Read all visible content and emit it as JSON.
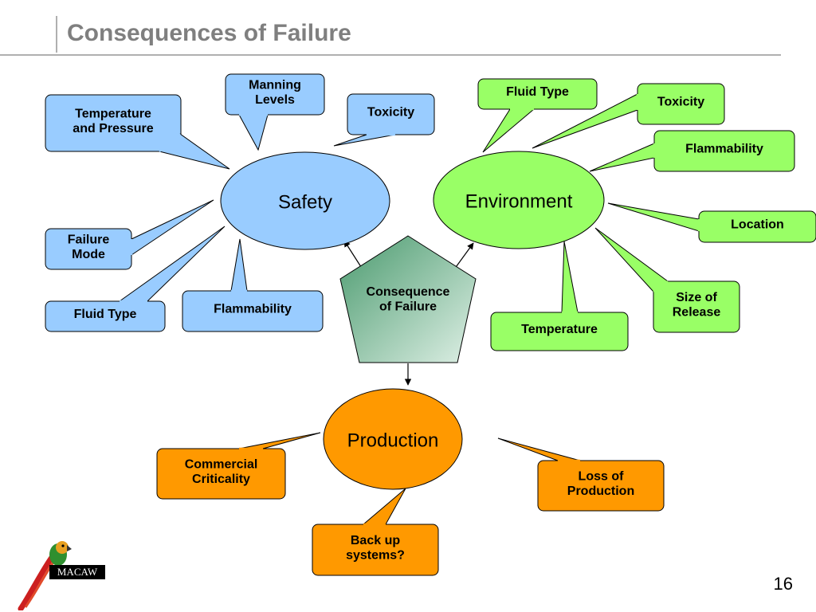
{
  "slide": {
    "title": "Consequences of Failure",
    "page_number": "16",
    "logo_text": "MACAW"
  },
  "colors": {
    "safety": "#99ccff",
    "environment": "#99ff66",
    "production": "#ff9900",
    "center_top": "#4a9a6e",
    "center_bottom": "#dff0e6",
    "stroke": "#000000"
  },
  "center": {
    "label": [
      "Consequence",
      "of Failure"
    ]
  },
  "hubs": {
    "safety": {
      "label": "Safety"
    },
    "environment": {
      "label": "Environment"
    },
    "production": {
      "label": "Production"
    }
  },
  "safety_factors": [
    {
      "label": [
        "Temperature",
        "and Pressure"
      ]
    },
    {
      "label": [
        "Manning",
        "Levels"
      ]
    },
    {
      "label": [
        "Toxicity"
      ]
    },
    {
      "label": [
        "Failure",
        "Mode"
      ]
    },
    {
      "label": [
        "Fluid Type"
      ]
    },
    {
      "label": [
        "Flammability"
      ]
    }
  ],
  "environment_factors": [
    {
      "label": [
        "Fluid Type"
      ]
    },
    {
      "label": [
        "Toxicity"
      ]
    },
    {
      "label": [
        "Flammability"
      ]
    },
    {
      "label": [
        "Location"
      ]
    },
    {
      "label": [
        "Size of",
        "Release"
      ]
    },
    {
      "label": [
        "Temperature"
      ]
    }
  ],
  "production_factors": [
    {
      "label": [
        "Commercial",
        "Criticality"
      ]
    },
    {
      "label": [
        "Loss of",
        "Production"
      ]
    },
    {
      "label": [
        "Back up",
        "systems?"
      ]
    }
  ]
}
